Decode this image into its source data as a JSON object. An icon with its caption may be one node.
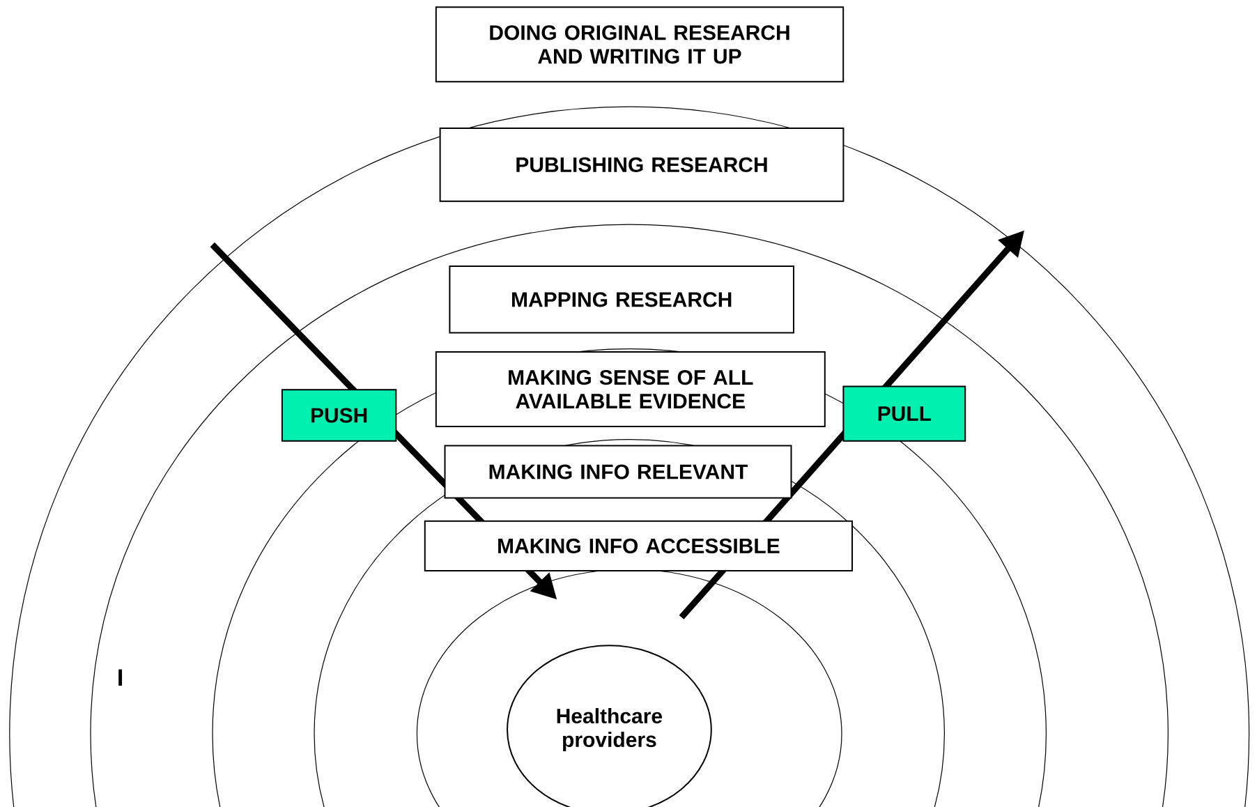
{
  "diagram": {
    "nodes": [
      {
        "text": [
          "DOING ORIGINAL RESEARCH AND WRITING IT UP"
        ]
      },
      {
        "text": [
          "PUBLISHING RESEARCH"
        ]
      },
      {
        "text": [
          "MAPPING RESEARCH"
        ]
      },
      {
        "text": [
          "MAKING SENSE OF ALL AVAILABLE EVIDENCE"
        ]
      },
      {
        "text": [
          "MAKING INFO RELEVANT"
        ]
      },
      {
        "text": [
          "MAKING INFO ACCESSIBLE"
        ]
      },
      {
        "text": [
          "Healthcare providers"
        ]
      },
      {
        "text": [
          "PUSH"
        ]
      },
      {
        "text": [
          "PULL"
        ]
      }
    ],
    "labels": [
      "I"
    ]
  }
}
